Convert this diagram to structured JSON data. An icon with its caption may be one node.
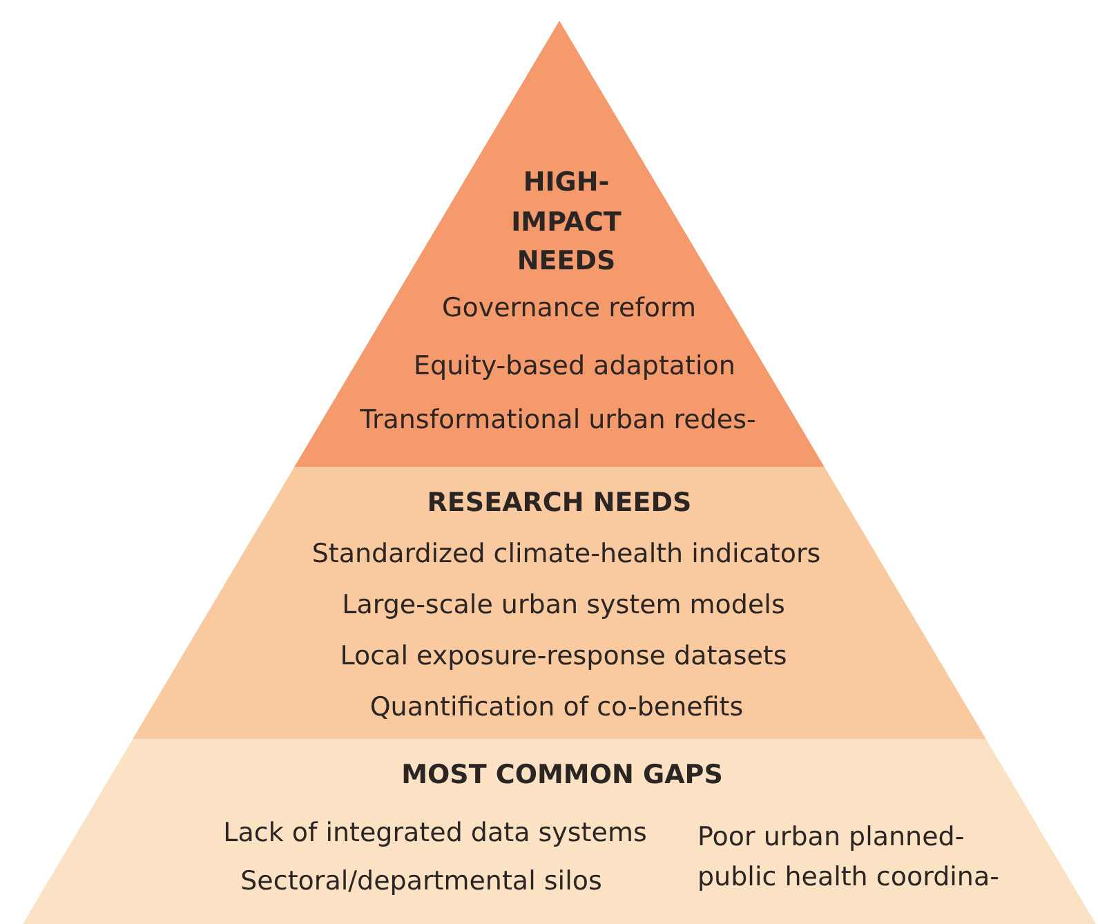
{
  "diagram": {
    "nodes": [
      {
        "text": [
          "HIGH-IMPACT NEEDS",
          "Governance reform",
          "Equity-based adaptation",
          "Transformational urban redes-"
        ]
      },
      {
        "text": [
          "RESEARCH NEEDS",
          "Standardized climate-health indicators",
          "Large-scale urban system models",
          "Local exposure-response datasets",
          "Quantification of co-benefits"
        ]
      },
      {
        "text": [
          "MOST COMMON GAPS",
          "Lack of integrated data systems",
          "Sectoral/departmental silos",
          "Poor urban planned-public health coordina-"
        ]
      }
    ]
  }
}
